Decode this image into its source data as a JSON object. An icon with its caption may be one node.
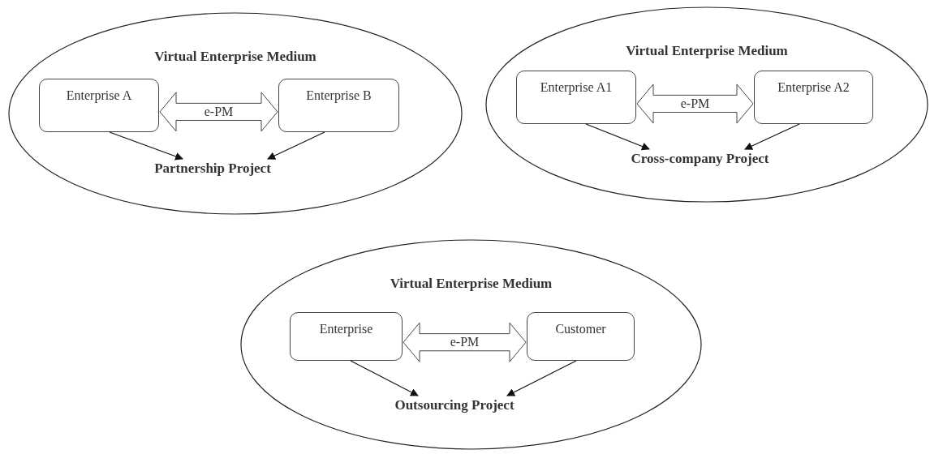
{
  "diagram": {
    "nodes": [
      {
        "text": [
          "Virtual Enterprise Medium"
        ]
      },
      {
        "text": [
          "Enterprise A"
        ],
        "in": 0
      },
      {
        "text": [
          "Enterprise B"
        ],
        "in": 0
      },
      {
        "text": [
          "Partnership Project"
        ],
        "in": 0
      },
      {
        "text": [
          "Virtual Enterprise Medium"
        ]
      },
      {
        "text": [
          "Enterprise A1"
        ],
        "in": 4
      },
      {
        "text": [
          "Enterprise A2"
        ],
        "in": 4
      },
      {
        "text": [
          "Cross-company Project"
        ],
        "in": 4
      },
      {
        "text": [
          "Virtual Enterprise Medium"
        ]
      },
      {
        "text": [
          "Enterprise"
        ],
        "in": 8
      },
      {
        "text": [
          "Customer"
        ],
        "in": 8
      },
      {
        "text": [
          "Outsourcing Project"
        ],
        "in": 8
      }
    ],
    "edges": [
      {
        "from": 1,
        "to": 3,
        "arrow": "to"
      },
      {
        "from": 2,
        "to": 3,
        "arrow": "to"
      },
      {
        "from": 5,
        "to": 7,
        "arrow": "to"
      },
      {
        "from": 6,
        "to": 7,
        "arrow": "to"
      },
      {
        "from": 9,
        "to": 11,
        "arrow": "to"
      },
      {
        "from": 10,
        "to": 11,
        "arrow": "to"
      },
      {
        "from": 1,
        "to": 2,
        "arrow": "both",
        "label": "e-PM",
        "style": "thick"
      },
      {
        "from": 5,
        "to": 6,
        "arrow": "both",
        "label": "e-PM",
        "style": "thick"
      },
      {
        "from": 9,
        "to": 10,
        "arrow": "both",
        "label": "e-PM",
        "style": "thick"
      }
    ]
  }
}
